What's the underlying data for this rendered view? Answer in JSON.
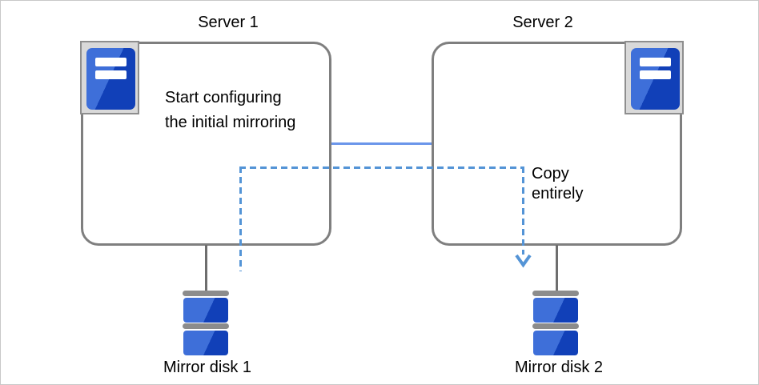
{
  "colors": {
    "canvas_border": "#c8c8c8",
    "box_border": "#7f7f7f",
    "link_solid_blue": "#6b96ea",
    "copy_dashed_blue": "#5494d6",
    "server_blue_light": "#3e6fd9",
    "server_blue_dark": "#1140b8",
    "icon_background_gray": "#d9d9d9",
    "disk_bar_gray": "#8c8c8c",
    "connector_gray": "#6e6e6e",
    "text": "#000000"
  },
  "server1": {
    "title": "Server 1",
    "note": "Start configuring\nthe initial mirroring",
    "disk_label": "Mirror disk 1"
  },
  "server2": {
    "title": "Server 2",
    "copy_label": "Copy\nentirely",
    "disk_label": "Mirror disk 2"
  }
}
